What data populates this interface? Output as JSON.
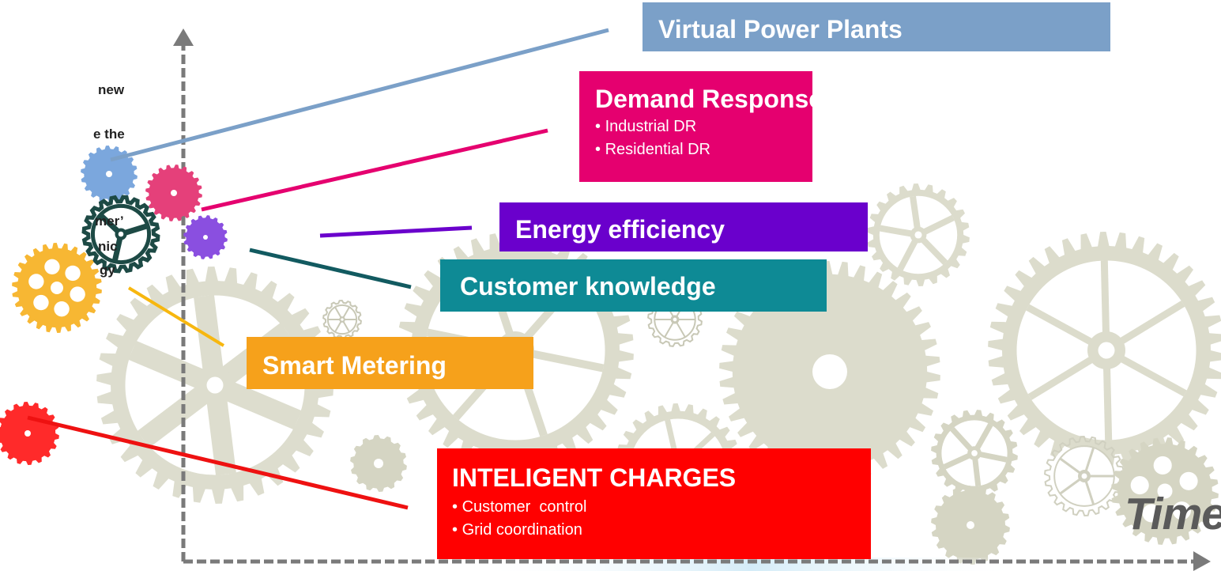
{
  "side_text": [
    "new",
    "e the",
    "mer’",
    "nic",
    "gy"
  ],
  "boxes": {
    "vpp": {
      "title": "Virtual Power Plants",
      "color": "#7ba0c8"
    },
    "dr": {
      "title": "Demand Response",
      "items": [
        "Industrial DR",
        "Residential DR"
      ],
      "color": "#e5006f"
    },
    "ee": {
      "title": "Energy efficiency",
      "color": "#6a00cc"
    },
    "ck": {
      "title": "Customer knowledge",
      "color": "#0e8a95"
    },
    "sm": {
      "title": "Smart Metering",
      "color": "#f39c12"
    },
    "ic": {
      "title": "INTELIGENT CHARGES",
      "items": [
        "Customer  control",
        "Grid coordination"
      ],
      "color": "#ff0000"
    }
  },
  "axis": {
    "x_label": "Time"
  },
  "icons": {
    "gears": "gear-icon"
  }
}
